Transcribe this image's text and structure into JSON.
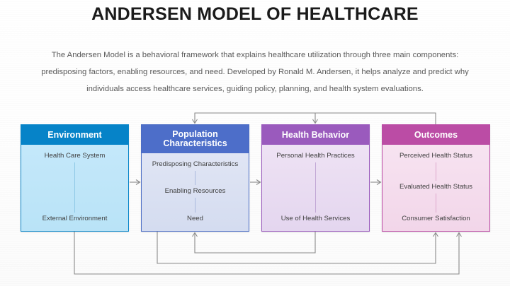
{
  "page": {
    "title": "ANDERSEN MODEL OF HEALTHCARE",
    "intro": "The Andersen Model is a behavioral framework that explains healthcare utilization through three main components: predisposing factors, enabling resources, and need. Developed by Ronald M. Andersen, it helps analyze and predict why individuals access healthcare services, guiding policy, planning, and health system evaluations.",
    "background_color": "#ffffff",
    "title_color": "#1b1b1b",
    "intro_color": "#5a5a5a"
  },
  "diagram": {
    "type": "flow-diagram",
    "boxes": [
      {
        "id": "environment",
        "title": "Environment",
        "header_color": "#0683c8",
        "body_color": "#bde5f8",
        "border_color": "#0a86c9",
        "items": [
          "Health Care System",
          "External Environment"
        ]
      },
      {
        "id": "population",
        "title": "Population Characteristics",
        "header_color": "#4d6ec9",
        "body_color": "#dce2f2",
        "border_color": "#4a6cc4",
        "items": [
          "Predisposing Characteristics",
          "Enabling Resources",
          "Need"
        ]
      },
      {
        "id": "behavior",
        "title": "Health Behavior",
        "header_color": "#9a5abd",
        "body_color": "#e8dcf0",
        "border_color": "#9a5abd",
        "items": [
          "Personal Health Practices",
          "Use of Health Services"
        ]
      },
      {
        "id": "outcomes",
        "title": "Outcomes",
        "header_color": "#bb4ca5",
        "body_color": "#f5dbed",
        "border_color": "#bb4ca5",
        "items": [
          "Perceived Health Status",
          "Evaluated Health Status",
          "Consumer Satisfaction"
        ]
      }
    ],
    "connectors": {
      "stroke_color": "#8a8a8a",
      "forward_arrows": [
        "environment -> population",
        "population -> behavior",
        "behavior -> outcomes"
      ],
      "top_feedback": "outcomes -> population, outcomes -> behavior",
      "bottom_feedback": [
        "population -> behavior",
        "behavior -> outcomes",
        "environment -> outcomes"
      ]
    }
  }
}
